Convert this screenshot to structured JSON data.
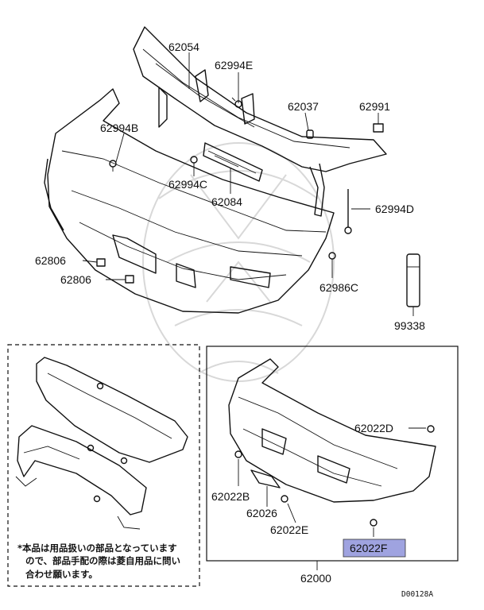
{
  "parts": {
    "p62054": "62054",
    "p62994E": "62994E",
    "p62037": "62037",
    "p62991": "62991",
    "p62994B": "62994B",
    "p62994C": "62994C",
    "p62084": "62084",
    "p62994D": "62994D",
    "p62806a": "62806",
    "p62806b": "62806",
    "p62986C": "62986C",
    "p99338": "99338",
    "p62022D": "62022D",
    "p62022B": "62022B",
    "p62026": "62026",
    "p62022E": "62022E",
    "p62022F": "62022F",
    "p62000": "62000"
  },
  "note": {
    "line1": "*本品は用品扱いの部品となっています",
    "line2": "ので、部品手配の際は菱自用品に問い",
    "line3": "合わせ願います。"
  },
  "diagram_code": "D00128A",
  "colors": {
    "highlight_fill": "#9fa3e0",
    "line": "#111111",
    "watermark": "#d8d8d8"
  }
}
